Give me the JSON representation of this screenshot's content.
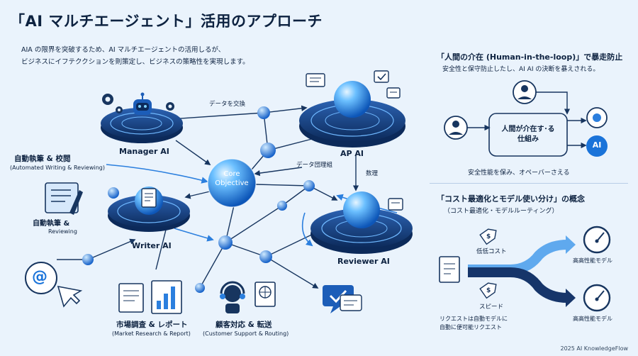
{
  "title": "「AI マルチエージェント」活用のアプローチ",
  "intro": {
    "line1": "AIA の限界を突破するため、AI マルチエージェントの活用しるが、",
    "line2": "ビジネスにイフテククションを則策定し、ビジネスの策略性を実現します。"
  },
  "diagram": {
    "manager_label": "Manager AI",
    "api_label": "AP AI",
    "core_line1": "Core",
    "core_line2": "Objective",
    "writer_label": "Writer AI",
    "reviewer_label": "Reviewer AI",
    "data_exchange": "データを交換",
    "data_organize": "データ団理組",
    "organize": "数理",
    "auto_writing_jp": "自動執筆 & 校閲",
    "auto_writing_en": "(Automated Writing & Reviewing)",
    "auto_writing2_jp": "自動執筆 &",
    "auto_writing2_en": "Reviewing",
    "market_jp": "市場調査 & レポート",
    "market_en": "(Market Research & Report)",
    "support_jp": "顧客対応 & 転送",
    "support_en": "(Customer Support & Routing)",
    "at_symbol": "@"
  },
  "hitl": {
    "title": "「人間の介在 (Human-in-the-loop)」で暴走防止",
    "subtitle": "安全性と保守防止したし、AI AI の決断を暴えされる。",
    "center": "人間が介在す･る",
    "center2": "仕組み",
    "ai_label": "AI",
    "caption": "安全性能を保み、オペーバーさえる"
  },
  "cost": {
    "title": "「コスト最適化とモデル使い分け」の概念",
    "subtitle": "（コスト最適化・モデルルーティング）",
    "low_cost": "低低コスト",
    "speed": "スピード",
    "request_line1": "リクエストは自動モデルに",
    "request_line2": "自動に便可能リクエスト",
    "model_top": "高高性能モデル",
    "model_bottom": "高高性能モデル"
  },
  "footer": "2025 AI KnowledgeFlow",
  "colors": {
    "navy": "#0d2240",
    "accent": "#1a73d9",
    "light": "#5fb2f5",
    "bg": "#eaf3fc"
  }
}
